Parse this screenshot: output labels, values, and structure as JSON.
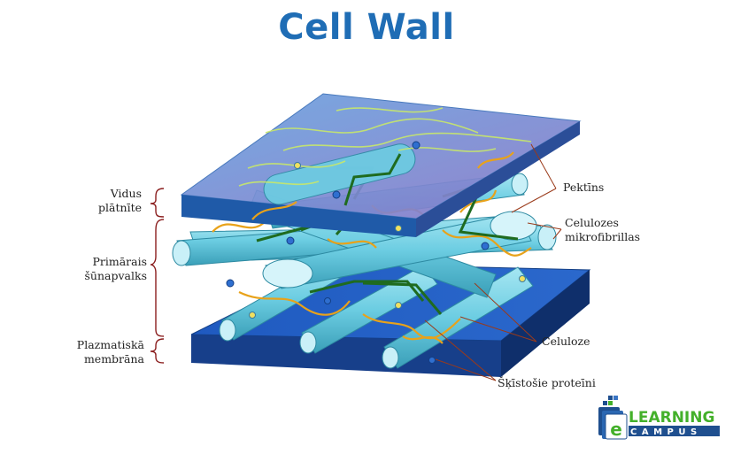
{
  "title": "Cell Wall",
  "labels": {
    "left": [
      {
        "line1": "Vidus",
        "line2": "plātnīte"
      },
      {
        "line1": "Primārais",
        "line2": "šūnapvalks"
      },
      {
        "line1": "Plazmatiskā",
        "line2": "membrāna"
      }
    ],
    "right": {
      "pectin": "Pektīns",
      "microfibrils_line1": "Celulozes",
      "microfibrils_line2": "mikrofibrillas",
      "cellulose": "Celuloze",
      "proteins": "Šķīstošie proteīni"
    }
  },
  "logo": {
    "letter": "e",
    "word1": "LEARNING",
    "word2": "CAMPUS"
  },
  "colors": {
    "title": "#1f6db5",
    "top_plate": "#5a93d8",
    "bottom_plate": "#1b4fa6",
    "fiber": "#7fd3e6",
    "pectin": "#e8a21a",
    "hemicellulose": "#1f6b1f",
    "logo_green": "#43b02a",
    "logo_blue": "#1f4f8f"
  }
}
